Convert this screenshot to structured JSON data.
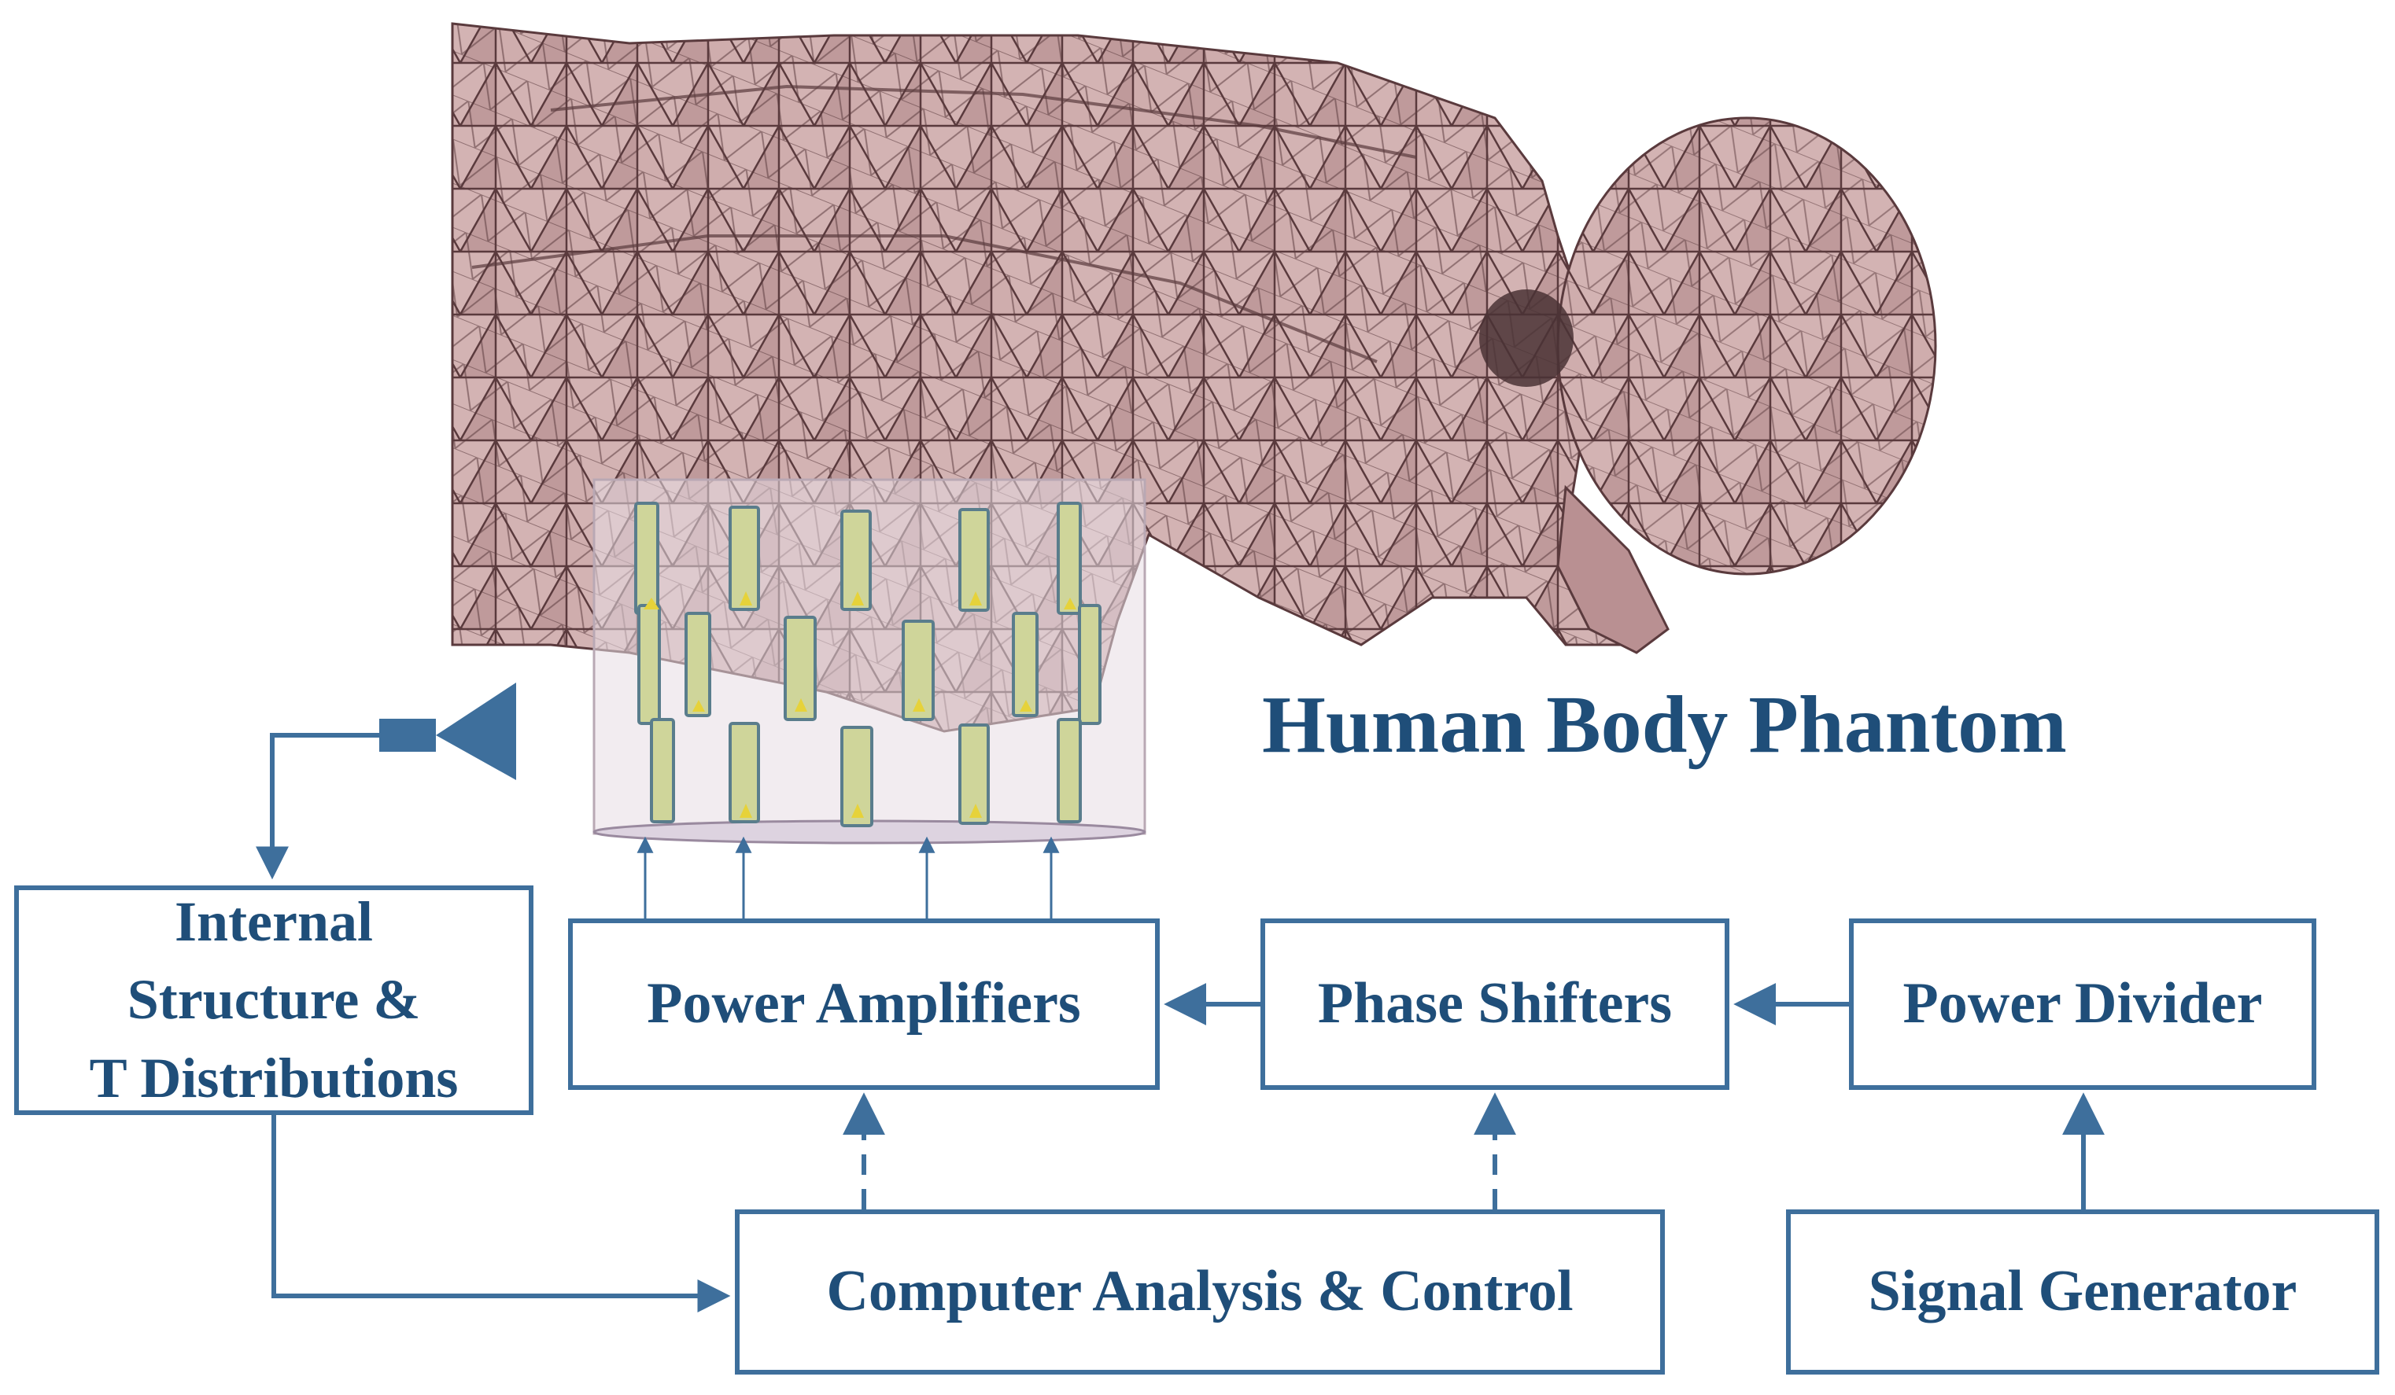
{
  "diagram": {
    "phantom_label": "Human Body Phantom",
    "blocks": {
      "internal": {
        "lines": [
          "Internal",
          "Structure &",
          "T Distributions"
        ]
      },
      "amplifiers": "Power Amplifiers",
      "shifters": "Phase Shifters",
      "divider": "Power Divider",
      "computer": "Computer Analysis & Control",
      "signal": "Signal Generator"
    },
    "connections": [
      {
        "from": "Signal Generator",
        "to": "Power Divider",
        "style": "solid"
      },
      {
        "from": "Power Divider",
        "to": "Phase Shifters",
        "style": "solid"
      },
      {
        "from": "Phase Shifters",
        "to": "Power Amplifiers",
        "style": "solid"
      },
      {
        "from": "Power Amplifiers",
        "to": "Antenna Array",
        "style": "solid"
      },
      {
        "from": "Computer Analysis & Control",
        "to": "Power Amplifiers",
        "style": "dashed"
      },
      {
        "from": "Computer Analysis & Control",
        "to": "Phase Shifters",
        "style": "dashed"
      },
      {
        "from": "Internal Structure & T Distributions",
        "to": "Computer Analysis & Control",
        "style": "solid"
      },
      {
        "from": "Sensor",
        "to": "Internal Structure & T Distributions",
        "style": "solid"
      }
    ],
    "colors": {
      "stroke": "#3e6f9c",
      "text": "#1f4e79",
      "mesh_fill": "#c9a6a6",
      "mesh_edge": "#5a3a3d",
      "antenna": "#e0d04a"
    }
  }
}
